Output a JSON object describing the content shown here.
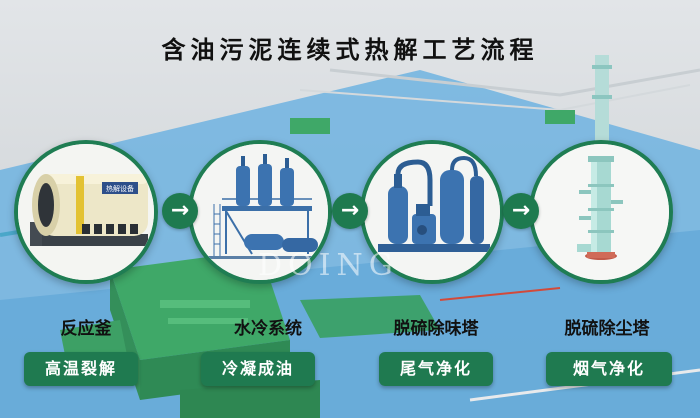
{
  "title": "含油污泥连续式热解工艺流程",
  "watermark": "DOING",
  "steps": [
    {
      "equipment": "反应釜",
      "process": "高温裂解",
      "icon": "pyrolysis-reactor-icon",
      "plate_text": "热解设备"
    },
    {
      "equipment": "水冷系统",
      "process": "冷凝成油",
      "icon": "water-cooling-system-icon"
    },
    {
      "equipment": "脱硫除味塔",
      "process": "尾气净化",
      "icon": "desulfurization-tower-icon"
    },
    {
      "equipment": "脱硫除尘塔",
      "process": "烟气净化",
      "icon": "dust-removal-tower-icon"
    }
  ],
  "arrow_symbol": "→",
  "colors": {
    "accent": "#1f7a50",
    "ring": "#1f7d53",
    "pipe": "#4aa7c9",
    "floor": "#6fb3e0",
    "machine_green": "#3fa868"
  }
}
